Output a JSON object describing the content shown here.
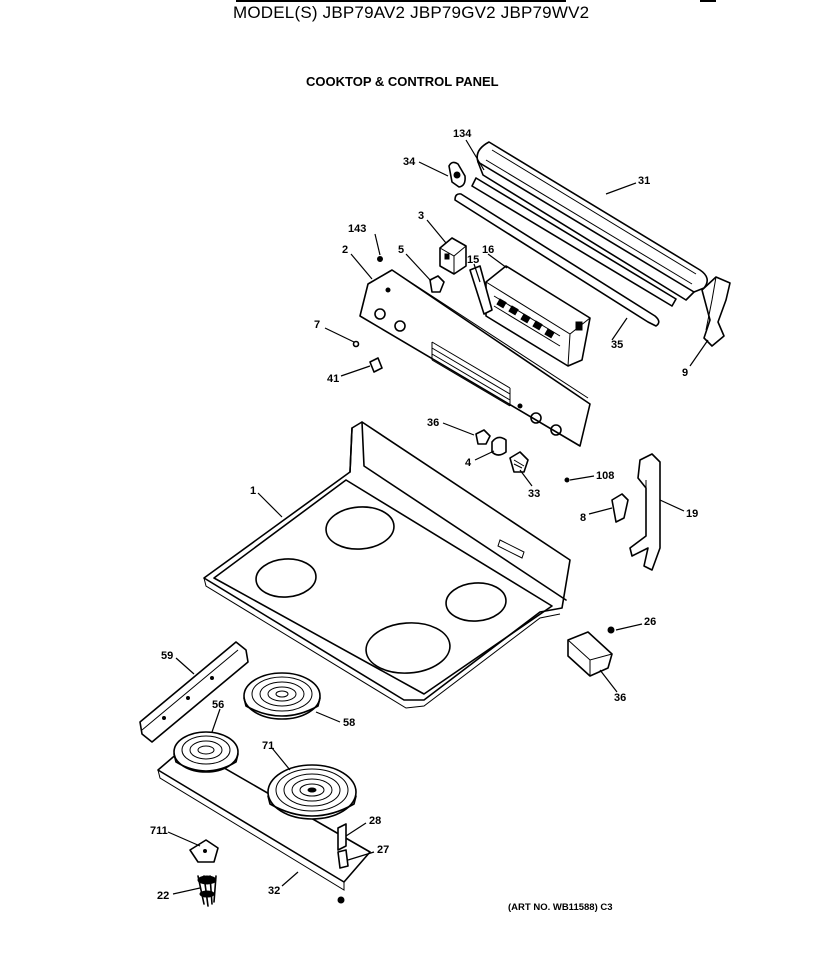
{
  "header": {
    "model_title": "MODEL(S) JBP79AV2  JBP79GV2  JBP79WV2",
    "section_title": "COOKTOP & CONTROL PANEL"
  },
  "footer": {
    "art_no": "(ART NO. WB11588) C3"
  },
  "callouts": [
    {
      "id": "c134",
      "label": "134"
    },
    {
      "id": "c34",
      "label": "34"
    },
    {
      "id": "c31",
      "label": "31"
    },
    {
      "id": "c3",
      "label": "3"
    },
    {
      "id": "c143",
      "label": "143"
    },
    {
      "id": "c16",
      "label": "16"
    },
    {
      "id": "c15",
      "label": "15"
    },
    {
      "id": "c2",
      "label": "2"
    },
    {
      "id": "c5",
      "label": "5"
    },
    {
      "id": "c7",
      "label": "7"
    },
    {
      "id": "c35",
      "label": "35"
    },
    {
      "id": "c9",
      "label": "9"
    },
    {
      "id": "c41",
      "label": "41"
    },
    {
      "id": "c36a",
      "label": "36"
    },
    {
      "id": "c4",
      "label": "4"
    },
    {
      "id": "c33",
      "label": "33"
    },
    {
      "id": "c108",
      "label": "108"
    },
    {
      "id": "c1",
      "label": "1"
    },
    {
      "id": "c8",
      "label": "8"
    },
    {
      "id": "c19",
      "label": "19"
    },
    {
      "id": "c26",
      "label": "26"
    },
    {
      "id": "c36b",
      "label": "36"
    },
    {
      "id": "c59",
      "label": "59"
    },
    {
      "id": "c56",
      "label": "56"
    },
    {
      "id": "c58",
      "label": "58"
    },
    {
      "id": "c71",
      "label": "71"
    },
    {
      "id": "c28",
      "label": "28"
    },
    {
      "id": "c711",
      "label": "711"
    },
    {
      "id": "c27",
      "label": "27"
    },
    {
      "id": "c22",
      "label": "22"
    },
    {
      "id": "c32",
      "label": "32"
    }
  ]
}
